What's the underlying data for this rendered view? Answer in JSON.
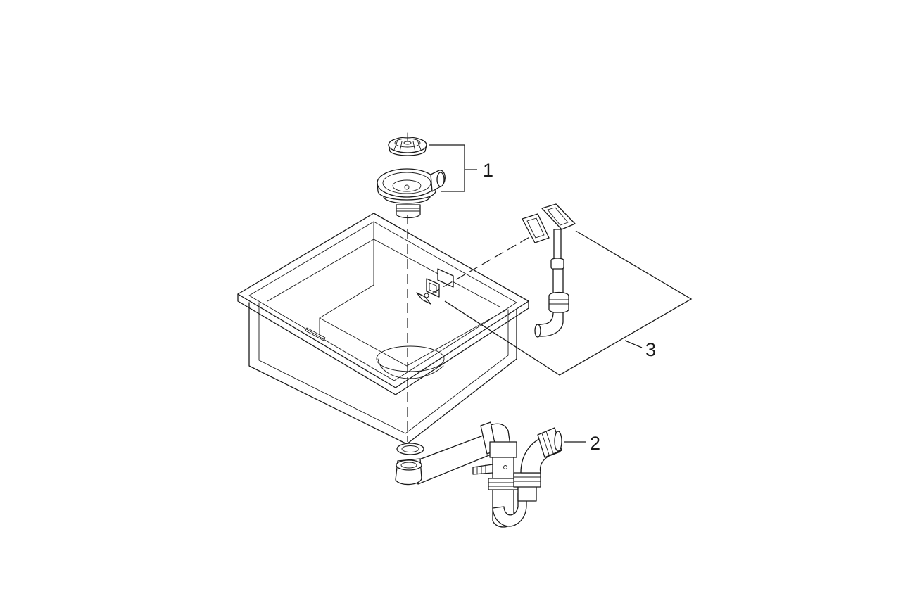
{
  "callouts": {
    "strainer_kit": "1",
    "siphon": "2",
    "overflow_kit": "3"
  },
  "colors": {
    "line": "#1a1a1a",
    "background": "#ffffff"
  }
}
